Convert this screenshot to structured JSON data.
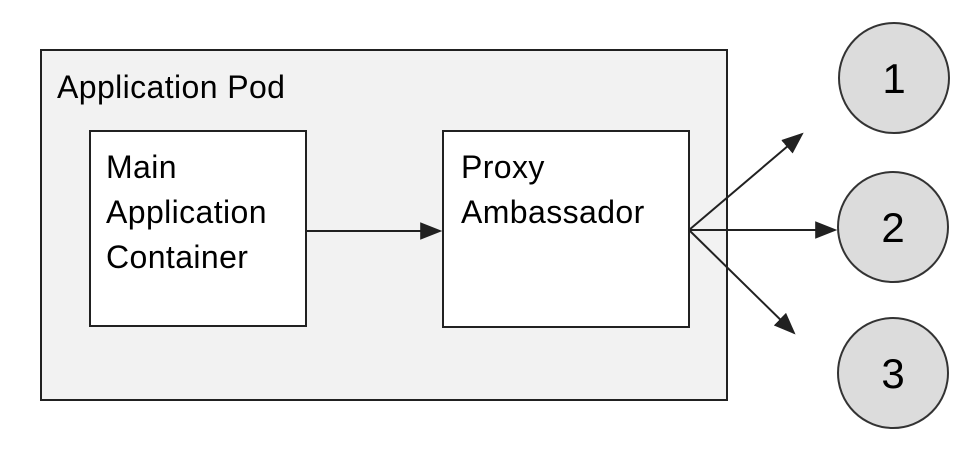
{
  "diagram": {
    "pod": {
      "label": "Application Pod"
    },
    "main_container": {
      "lines": [
        "Main",
        "Application",
        "Container"
      ]
    },
    "proxy": {
      "lines": [
        "Proxy",
        "Ambassador"
      ]
    },
    "endpoints": [
      {
        "label": "1"
      },
      {
        "label": "2"
      },
      {
        "label": "3"
      }
    ],
    "connections": [
      {
        "from": "Main Application Container",
        "to": "Proxy Ambassador"
      },
      {
        "from": "Proxy Ambassador",
        "to": "1"
      },
      {
        "from": "Proxy Ambassador",
        "to": "2"
      },
      {
        "from": "Proxy Ambassador",
        "to": "3"
      }
    ],
    "colors": {
      "background": "#ffffff",
      "pod_fill": "#f2f2f2",
      "node_fill": "#ffffff",
      "endpoint_fill": "#dcdcdc",
      "stroke": "#212121",
      "circle_stroke": "#333333",
      "text": "#000000"
    }
  }
}
